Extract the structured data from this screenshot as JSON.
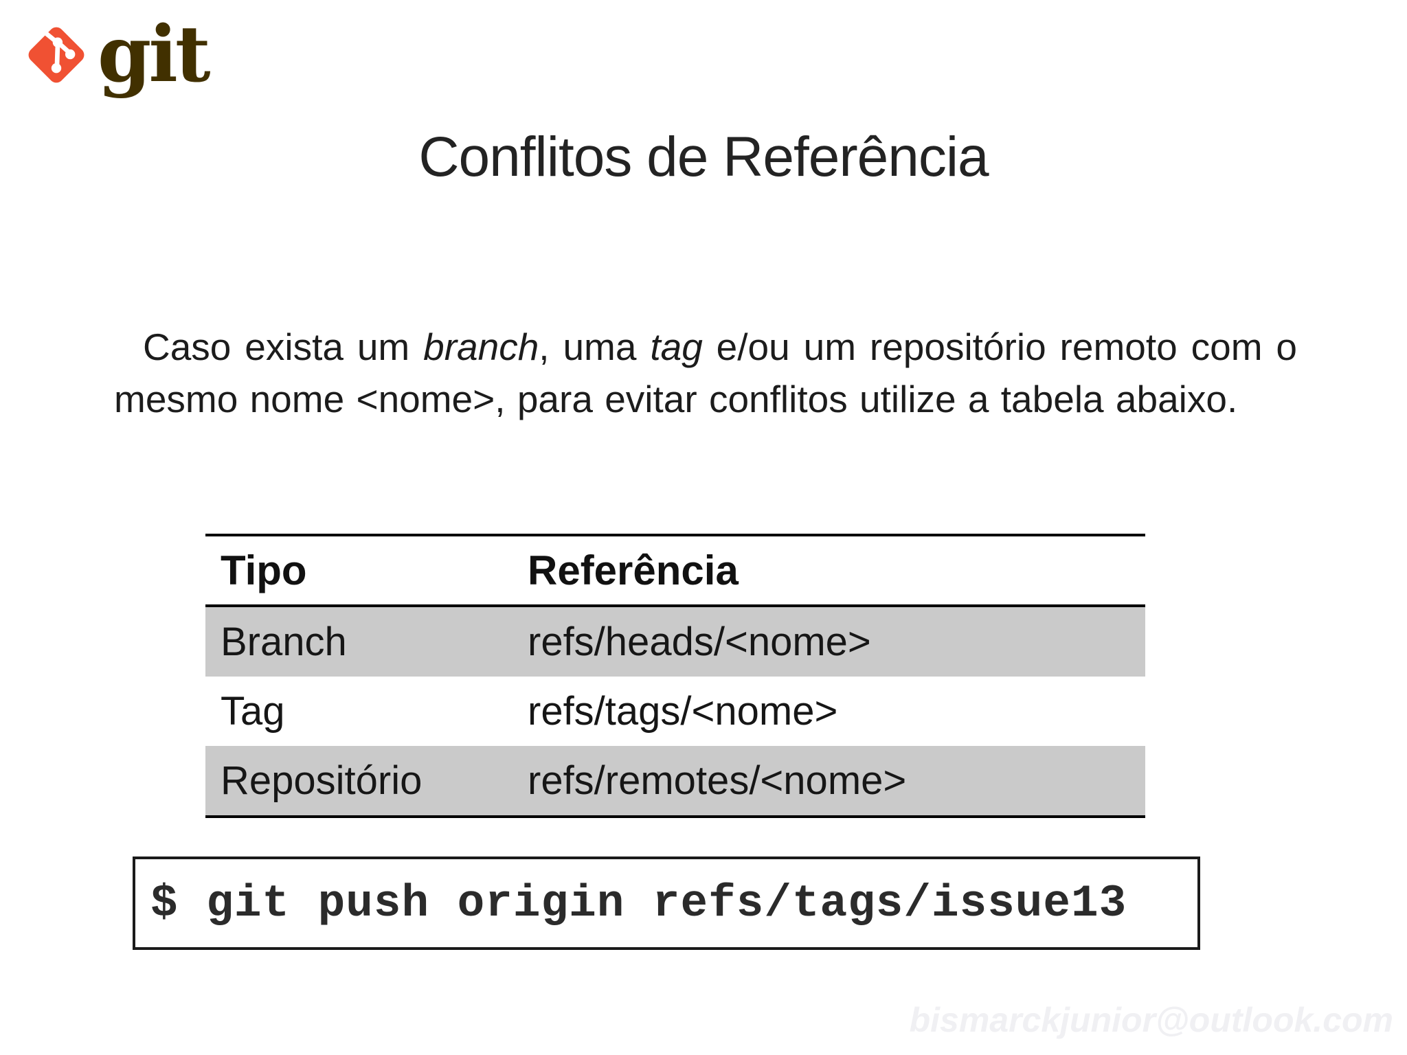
{
  "logo": {
    "wordmark": "git",
    "brand_red": "#f05133",
    "wordmark_color": "#413000"
  },
  "slide": {
    "title": "Conflitos de Referência",
    "paragraph_segments": [
      {
        "text": "Caso exista um ",
        "italic": false
      },
      {
        "text": "branch",
        "italic": true
      },
      {
        "text": ", uma ",
        "italic": false
      },
      {
        "text": "tag",
        "italic": true
      },
      {
        "text": " e/ou um repositório remoto com o mesmo nome <nome>, para evitar conflitos utilize a tabela abaixo.",
        "italic": false
      }
    ],
    "table": {
      "columns": [
        "Tipo",
        "Referência"
      ],
      "rows": [
        {
          "tipo": "Branch",
          "referencia": "refs/heads/<nome>",
          "shaded": true
        },
        {
          "tipo": "Tag",
          "referencia": "refs/tags/<nome>",
          "shaded": false
        },
        {
          "tipo": "Repositório",
          "referencia": "refs/remotes/<nome>",
          "shaded": true
        }
      ],
      "shade_color": "#cacaca"
    },
    "code": "$ git push origin refs/tags/issue13",
    "watermark": "bismarckjunior@outlook.com",
    "watermark_color": "#f0f0f3"
  }
}
